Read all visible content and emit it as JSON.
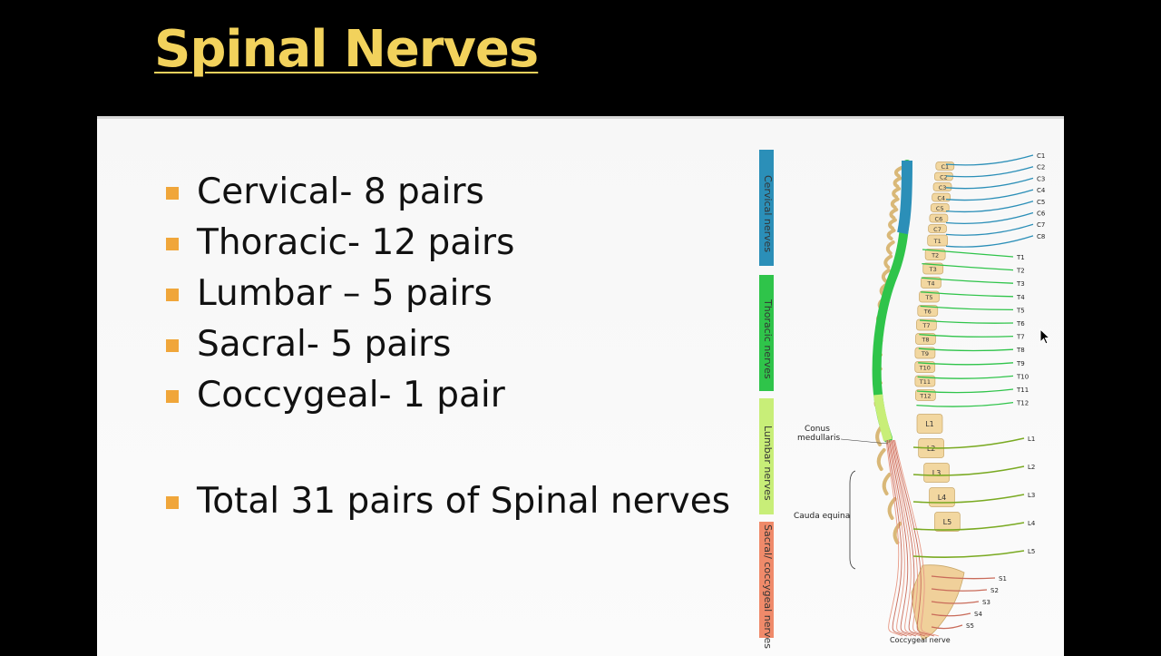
{
  "slide": {
    "title": "Spinal Nerves",
    "bullets": [
      "Cervical- 8 pairs",
      "Thoracic- 12 pairs",
      "Lumbar – 5 pairs",
      "Sacral- 5 pairs",
      "Coccygeal- 1 pair"
    ],
    "total": "Total 31 pairs of Spinal nerves"
  },
  "figure": {
    "segments": [
      {
        "label": "Cervical nerves",
        "color": "#2b8fb8"
      },
      {
        "label": "Thoracic nerves",
        "color": "#2fc44a"
      },
      {
        "label": "Lumbar nerves",
        "color": "#c8ee78"
      },
      {
        "label": "Sacral/ coccygeal nerves",
        "color": "#ef8a6a"
      }
    ],
    "annotations": {
      "conus": [
        "Conus",
        "medullaris"
      ],
      "cauda": "Cauda equina",
      "coccygeal": "Coccygeal nerve"
    },
    "cervical_labels": [
      "C1",
      "C2",
      "C3",
      "C4",
      "C5",
      "C6",
      "C7",
      "C8"
    ],
    "thoracic_labels": [
      "T1",
      "T2",
      "T3",
      "T4",
      "T5",
      "T6",
      "T7",
      "T8",
      "T9",
      "T10",
      "T11",
      "T12"
    ],
    "lumbar_labels": [
      "L1",
      "L2",
      "L3",
      "L4",
      "L5"
    ],
    "sacral_labels": [
      "S1",
      "S2",
      "S3",
      "S4",
      "S5"
    ],
    "vertebra_cervical": [
      "C1",
      "C2",
      "C3",
      "C4",
      "C5",
      "C6",
      "C7"
    ],
    "vertebra_thoracic": [
      "T1",
      "T2",
      "T3",
      "T4",
      "T5",
      "T6",
      "T7",
      "T8",
      "T9",
      "T10",
      "T11",
      "T12"
    ],
    "vertebra_lumbar": [
      "L1",
      "L2",
      "L3",
      "L4",
      "L5"
    ]
  }
}
